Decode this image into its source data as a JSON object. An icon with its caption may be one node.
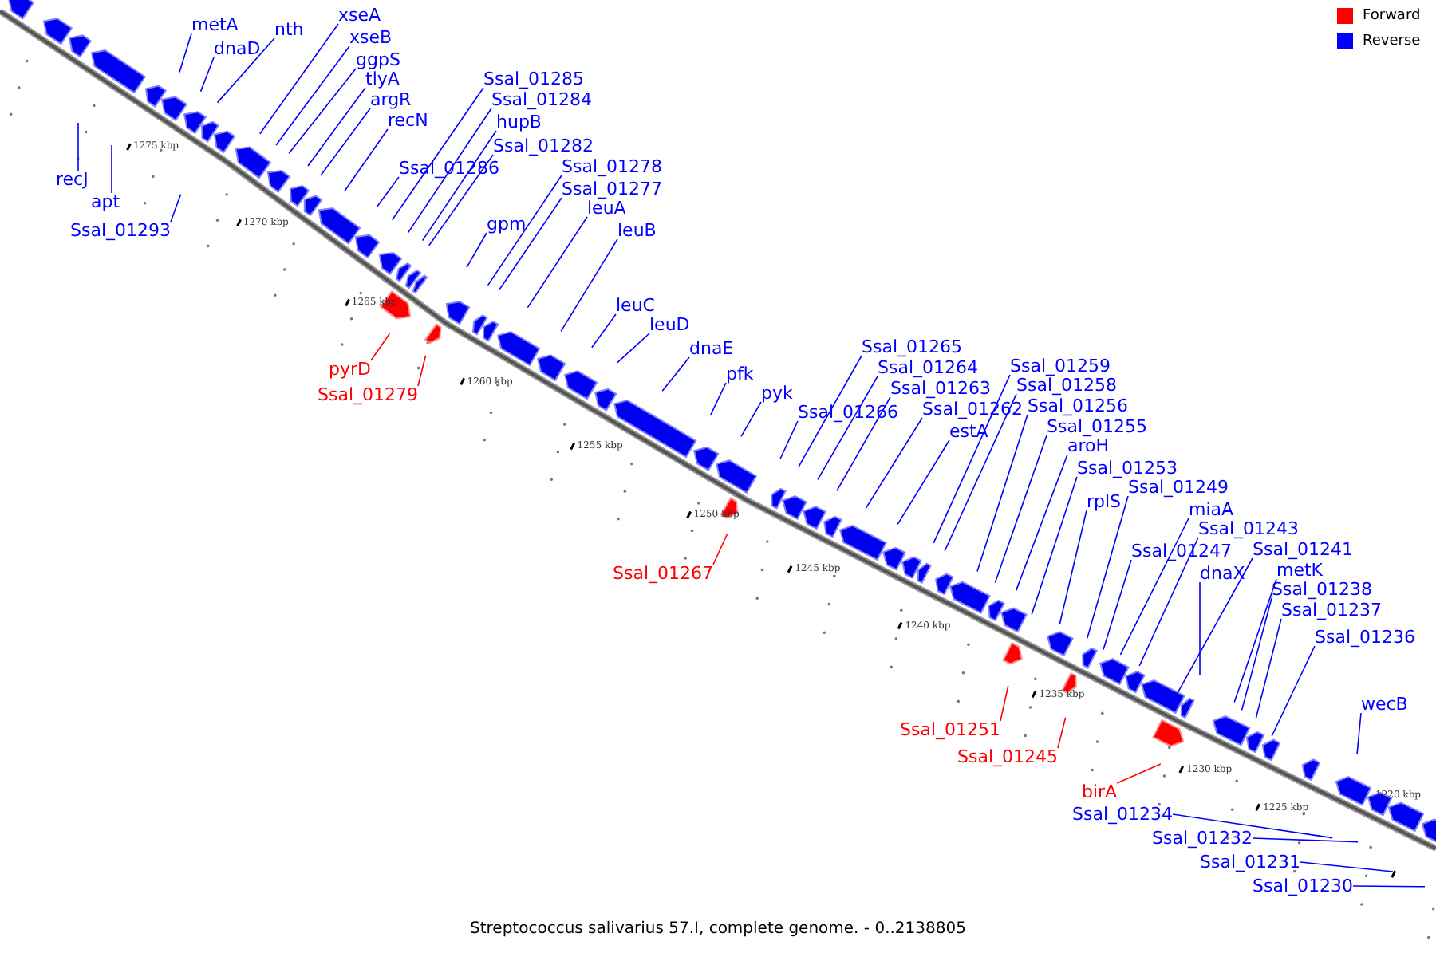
{
  "diagram": {
    "caption": "Streptococcus salivarius 57.I, complete genome. - 0..2138805",
    "nodes": [
      {
        "text": [
          "metA"
        ]
      },
      {
        "text": [
          "dnaD"
        ]
      },
      {
        "text": [
          "nth"
        ]
      },
      {
        "text": [
          "xseA"
        ]
      },
      {
        "text": [
          "xseB"
        ]
      },
      {
        "text": [
          "ggpS"
        ]
      },
      {
        "text": [
          "tlyA"
        ]
      },
      {
        "text": [
          "argR"
        ]
      },
      {
        "text": [
          "recN"
        ]
      },
      {
        "text": [
          "Ssal_01286"
        ]
      },
      {
        "text": [
          "Ssal_01285"
        ]
      },
      {
        "text": [
          "Ssal_01284"
        ]
      },
      {
        "text": [
          "hupB"
        ]
      },
      {
        "text": [
          "Ssal_01282"
        ]
      },
      {
        "text": [
          "Ssal_01278"
        ]
      },
      {
        "text": [
          "Ssal_01277"
        ]
      },
      {
        "text": [
          "leuA"
        ]
      },
      {
        "text": [
          "leuB"
        ]
      },
      {
        "text": [
          "gpm"
        ]
      },
      {
        "text": [
          "recJ"
        ]
      },
      {
        "text": [
          "apt"
        ]
      },
      {
        "text": [
          "Ssal_01293"
        ]
      },
      {
        "text": [
          "pyrD"
        ]
      },
      {
        "text": [
          "Ssal_01279"
        ]
      },
      {
        "text": [
          "leuC"
        ]
      },
      {
        "text": [
          "leuD"
        ]
      },
      {
        "text": [
          "dnaE"
        ]
      },
      {
        "text": [
          "pfk"
        ]
      },
      {
        "text": [
          "pyk"
        ]
      },
      {
        "text": [
          "Ssal_01266"
        ]
      },
      {
        "text": [
          "Ssal_01265"
        ]
      },
      {
        "text": [
          "Ssal_01264"
        ]
      },
      {
        "text": [
          "Ssal_01263"
        ]
      },
      {
        "text": [
          "Ssal_01262"
        ]
      },
      {
        "text": [
          "estA"
        ]
      },
      {
        "text": [
          "Ssal_01259"
        ]
      },
      {
        "text": [
          "Ssal_01258"
        ]
      },
      {
        "text": [
          "Ssal_01256"
        ]
      },
      {
        "text": [
          "Ssal_01255"
        ]
      },
      {
        "text": [
          "aroH"
        ]
      },
      {
        "text": [
          "Ssal_01253"
        ]
      },
      {
        "text": [
          "rplS"
        ]
      },
      {
        "text": [
          "Ssal_01249"
        ]
      },
      {
        "text": [
          "miaA"
        ]
      },
      {
        "text": [
          "Ssal_01243"
        ]
      },
      {
        "text": [
          "Ssal_01247"
        ]
      },
      {
        "text": [
          "Ssal_01241"
        ]
      },
      {
        "text": [
          "dnaX"
        ]
      },
      {
        "text": [
          "metK"
        ]
      },
      {
        "text": [
          "Ssal_01238"
        ]
      },
      {
        "text": [
          "Ssal_01237"
        ]
      },
      {
        "text": [
          "Ssal_01236"
        ]
      },
      {
        "text": [
          "wecB"
        ]
      },
      {
        "text": [
          "Ssal_01267"
        ]
      },
      {
        "text": [
          "Ssal_01251"
        ]
      },
      {
        "text": [
          "Ssal_01245"
        ]
      },
      {
        "text": [
          "birA"
        ]
      },
      {
        "text": [
          "Ssal_01234"
        ]
      },
      {
        "text": [
          "Ssal_01232"
        ]
      },
      {
        "text": [
          "Ssal_01231"
        ]
      },
      {
        "text": [
          "Ssal_01230"
        ]
      }
    ],
    "edges": [
      {
        "from": 0,
        "to": null,
        "arrow": "none"
      },
      {
        "from": 1,
        "to": null,
        "arrow": "none"
      },
      {
        "from": 2,
        "to": null,
        "arrow": "none"
      },
      {
        "from": 3,
        "to": null,
        "arrow": "none"
      },
      {
        "from": 4,
        "to": null,
        "arrow": "none"
      },
      {
        "from": 5,
        "to": null,
        "arrow": "none"
      },
      {
        "from": 6,
        "to": null,
        "arrow": "none"
      },
      {
        "from": 7,
        "to": null,
        "arrow": "none"
      },
      {
        "from": 8,
        "to": null,
        "arrow": "none"
      },
      {
        "from": 9,
        "to": null,
        "arrow": "none"
      },
      {
        "from": 10,
        "to": null,
        "arrow": "none"
      },
      {
        "from": 11,
        "to": null,
        "arrow": "none"
      },
      {
        "from": 12,
        "to": null,
        "arrow": "none"
      },
      {
        "from": 13,
        "to": null,
        "arrow": "none"
      },
      {
        "from": 14,
        "to": null,
        "arrow": "none"
      },
      {
        "from": 15,
        "to": null,
        "arrow": "none"
      },
      {
        "from": 16,
        "to": null,
        "arrow": "none"
      },
      {
        "from": 17,
        "to": null,
        "arrow": "none"
      },
      {
        "from": 18,
        "to": null,
        "arrow": "none"
      },
      {
        "from": 19,
        "to": null,
        "arrow": "none"
      },
      {
        "from": 20,
        "to": null,
        "arrow": "none"
      },
      {
        "from": 21,
        "to": null,
        "arrow": "none"
      },
      {
        "from": 22,
        "to": null,
        "arrow": "none",
        "color": "#ff0000"
      },
      {
        "from": 23,
        "to": null,
        "arrow": "none",
        "color": "#ff0000"
      },
      {
        "from": 24,
        "to": null,
        "arrow": "none"
      },
      {
        "from": 25,
        "to": null,
        "arrow": "none"
      },
      {
        "from": 26,
        "to": null,
        "arrow": "none"
      },
      {
        "from": 27,
        "to": null,
        "arrow": "none"
      },
      {
        "from": 28,
        "to": null,
        "arrow": "none"
      },
      {
        "from": 29,
        "to": null,
        "arrow": "none"
      },
      {
        "from": 30,
        "to": null,
        "arrow": "none"
      },
      {
        "from": 31,
        "to": null,
        "arrow": "none"
      },
      {
        "from": 32,
        "to": null,
        "arrow": "none"
      },
      {
        "from": 33,
        "to": null,
        "arrow": "none"
      },
      {
        "from": 34,
        "to": null,
        "arrow": "none"
      },
      {
        "from": 35,
        "to": null,
        "arrow": "none"
      },
      {
        "from": 36,
        "to": null,
        "arrow": "none"
      },
      {
        "from": 37,
        "to": null,
        "arrow": "none"
      },
      {
        "from": 38,
        "to": null,
        "arrow": "none"
      },
      {
        "from": 39,
        "to": null,
        "arrow": "none"
      },
      {
        "from": 40,
        "to": null,
        "arrow": "none"
      },
      {
        "from": 41,
        "to": null,
        "arrow": "none"
      },
      {
        "from": 42,
        "to": null,
        "arrow": "none"
      },
      {
        "from": 43,
        "to": null,
        "arrow": "none"
      },
      {
        "from": 44,
        "to": null,
        "arrow": "none"
      },
      {
        "from": 45,
        "to": null,
        "arrow": "none"
      },
      {
        "from": 46,
        "to": null,
        "arrow": "none"
      },
      {
        "from": 47,
        "to": null,
        "arrow": "none"
      },
      {
        "from": 48,
        "to": null,
        "arrow": "none"
      },
      {
        "from": 49,
        "to": null,
        "arrow": "none"
      },
      {
        "from": 50,
        "to": null,
        "arrow": "none"
      },
      {
        "from": 51,
        "to": null,
        "arrow": "none"
      },
      {
        "from": 52,
        "to": null,
        "arrow": "none"
      },
      {
        "from": 53,
        "to": null,
        "arrow": "none",
        "color": "#ff0000"
      },
      {
        "from": 54,
        "to": null,
        "arrow": "none",
        "color": "#ff0000"
      },
      {
        "from": 55,
        "to": null,
        "arrow": "none",
        "color": "#ff0000"
      },
      {
        "from": 56,
        "to": null,
        "arrow": "none",
        "color": "#ff0000"
      },
      {
        "from": 57,
        "to": null,
        "arrow": "none"
      },
      {
        "from": 58,
        "to": null,
        "arrow": "none"
      },
      {
        "from": 59,
        "to": null,
        "arrow": "none"
      },
      {
        "from": 60,
        "to": null,
        "arrow": "none"
      }
    ],
    "labels": [
      "1275 kbp",
      "1270 kbp",
      "1265 kbp",
      "1260 kbp",
      "1255 kbp",
      "1250 kbp",
      "1245 kbp",
      "1240 kbp",
      "1235 kbp",
      "1230 kbp",
      "1225 kbp",
      "1220 kbp"
    ],
    "legend": [
      {
        "text": "Forward",
        "color": "#ff0000"
      },
      {
        "text": "Reverse",
        "color": "#0000ff"
      }
    ]
  }
}
